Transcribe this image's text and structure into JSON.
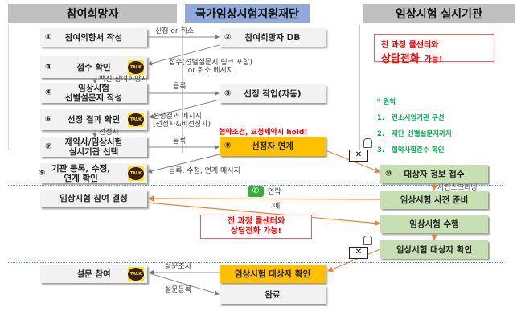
{
  "headers": {
    "participant": "참여희망자",
    "foundation": "국가임상시험지원재단",
    "institution": "임상시험 실시기관"
  },
  "col1": {
    "s1": {
      "num": "①",
      "label": "참여의향서 작성"
    },
    "s3": {
      "num": "③",
      "label": "접수 확인"
    },
    "s4": {
      "num": "④",
      "label": "임상시험\n선별설문지 작성"
    },
    "s6": {
      "num": "⑥",
      "label": "선정 결과 확인"
    },
    "s7": {
      "num": "⑦",
      "label": "제약사/임상시험\n실시기관 선택"
    },
    "s9": {
      "num": "⑨",
      "label": "기관 등록, 수정,\n연계 확인"
    },
    "decide": "임상시험 참여 결정",
    "survey": "설문 참여"
  },
  "col2": {
    "s2": {
      "num": "②",
      "label": "참여희망자 DB"
    },
    "s5": {
      "num": "⑤",
      "label": "선정 작업(자동)"
    },
    "s8": {
      "num": "⑧",
      "label": "선정자 연계"
    },
    "confirm": "임상시험 대상자 확인",
    "done": "완료"
  },
  "col3": {
    "s10": {
      "num": "⑩",
      "label": "대상자 정보 접수"
    },
    "prep": "임상시험 사전 준비",
    "perform": "임상시험 수행",
    "confirm": "임상시험 대상자 확인"
  },
  "labels": {
    "apply": "신청 or 취소",
    "receipt": "접수(선별설문지 링크 포함)\nor 취소 메시지",
    "vaccine": "백신 참여희망자",
    "reg1": "등록",
    "result_msg": "선정결과 메시지\n(선정자&비선정자)",
    "selected": "선정자",
    "reg2": "등록",
    "hold": "협약조건, 요청제약시 hold!",
    "reg_msg": "등록, 수정, 연계 메시지",
    "contact": "연락",
    "yes": "예",
    "screening": "사전스크리닝",
    "survey_req": "설문조사",
    "survey_reg": "설문등록",
    "talk": "TALK"
  },
  "callout_top": {
    "line1": "전 과정 콜센터와",
    "line2": "상담전화",
    "line2b": "가능!"
  },
  "callout_mid": {
    "line1": "전 과정 콜센터와",
    "line2": "상담전화 가능!"
  },
  "principles": {
    "title": "* 원칙",
    "items": [
      "1.   컨소시엄기관 우선",
      "2.   재단_선별설문지까지",
      "3.   협약사항준수 확인"
    ]
  },
  "colors": {
    "orange": "#f08030",
    "green": "#00b050",
    "red": "#ff0000"
  }
}
